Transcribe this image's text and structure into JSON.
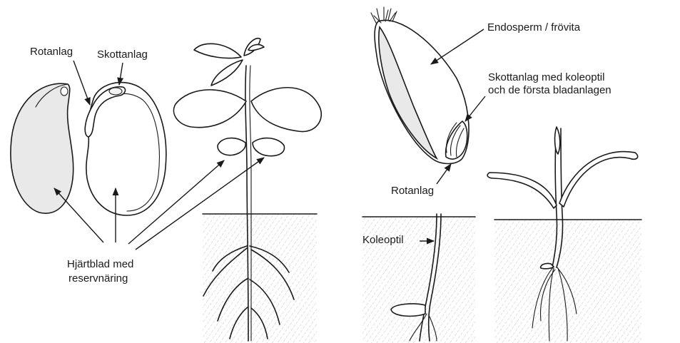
{
  "labels": {
    "rotanlag_bean": "Rotanlag",
    "skottanlag_bean": "Skottanlag",
    "hjartblad_line1": "Hjärtblad med",
    "hjartblad_line2": "reservnäring",
    "endosperm": "Endosperm / frövita",
    "skottanlag_grass_line1": "Skottanlag med koleoptil",
    "skottanlag_grass_line2": "och de första bladanlagen",
    "rotanlag_grass": "Rotanlag",
    "koleoptil": "Koleoptil"
  }
}
